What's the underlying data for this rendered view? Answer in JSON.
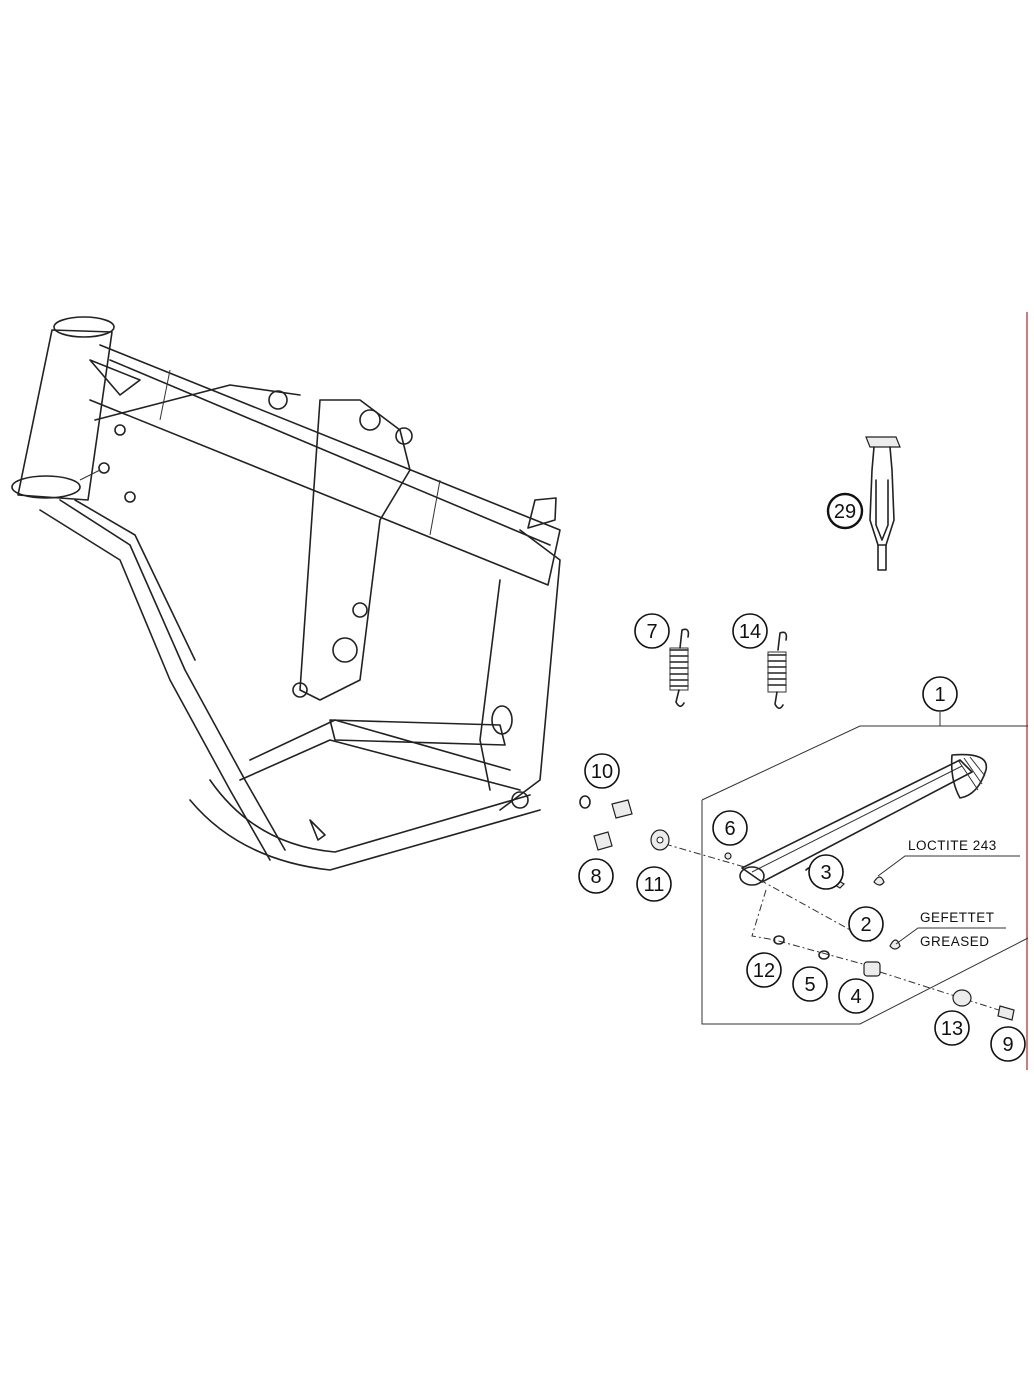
{
  "callouts": {
    "c1": "1",
    "c2": "2",
    "c3": "3",
    "c4": "4",
    "c5": "5",
    "c6": "6",
    "c7": "7",
    "c8": "8",
    "c9": "9",
    "c10": "10",
    "c11": "11",
    "c12": "12",
    "c13": "13",
    "c14": "14",
    "c29": "29"
  },
  "notes": {
    "loctite": "LOCTITE 243",
    "gefettet": "GEFETTET",
    "greased": "GREASED"
  }
}
